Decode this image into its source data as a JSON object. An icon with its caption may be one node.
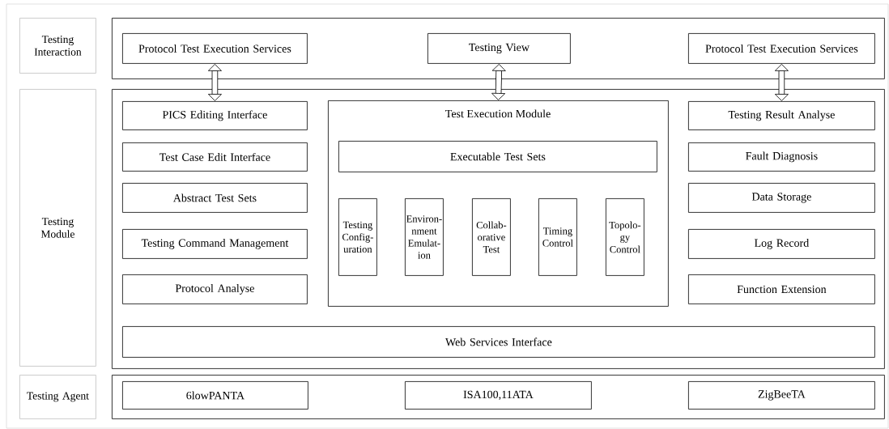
{
  "diagram": {
    "nodes": [
      {
        "text": [
          "Testing Interaction"
        ]
      },
      {
        "text": [],
        "shape": "box"
      },
      {
        "text": [
          "Protocol Test Execution Services"
        ],
        "in": 1
      },
      {
        "text": [
          "Testing View"
        ],
        "in": 1
      },
      {
        "text": [
          "Protocol Test Execution Services"
        ],
        "in": 1
      },
      {
        "text": [
          "Testing Module"
        ]
      },
      {
        "text": [],
        "shape": "box"
      },
      {
        "text": [
          "PICS Editing Interface"
        ],
        "in": 6
      },
      {
        "text": [
          "Test Case Edit Interface"
        ],
        "in": 6
      },
      {
        "text": [
          "Abstract Test Sets"
        ],
        "in": 6
      },
      {
        "text": [
          "Testing Command Management"
        ],
        "in": 6
      },
      {
        "text": [
          "Protocol Analyse"
        ],
        "in": 6
      },
      {
        "text": [
          "Test Execution Module"
        ],
        "in": 6
      },
      {
        "text": [
          "Executable Test Sets"
        ],
        "in": 12
      },
      {
        "text": [
          "Testing Config-uration"
        ],
        "in": 12
      },
      {
        "text": [
          "Environ-nment Emulat-ion"
        ],
        "in": 12
      },
      {
        "text": [
          "Collab-orative Test"
        ],
        "in": 12
      },
      {
        "text": [
          "Timing Control"
        ],
        "in": 12
      },
      {
        "text": [
          "Topolo-gy Control"
        ],
        "in": 12
      },
      {
        "text": [
          "Testing Result Analyse"
        ],
        "in": 6
      },
      {
        "text": [
          "Fault Diagnosis"
        ],
        "in": 6
      },
      {
        "text": [
          "Data Storage"
        ],
        "in": 6
      },
      {
        "text": [
          "Log Record"
        ],
        "in": 6
      },
      {
        "text": [
          "Function Extension"
        ],
        "in": 6
      },
      {
        "text": [
          "Web Services Interface"
        ],
        "in": 6
      },
      {
        "text": [
          "Testing Agent"
        ]
      },
      {
        "text": [],
        "shape": "box"
      },
      {
        "text": [
          "6lowPANTA"
        ],
        "in": 26
      },
      {
        "text": [
          "ISA100,11ATA"
        ],
        "in": 26
      },
      {
        "text": [
          "ZigBeeTA"
        ],
        "in": 26
      }
    ],
    "edges": [
      {
        "from": 2,
        "to": 7,
        "arrow": "both"
      },
      {
        "from": 3,
        "to": 12,
        "arrow": "both"
      },
      {
        "from": 4,
        "to": 19,
        "arrow": "both"
      }
    ]
  }
}
